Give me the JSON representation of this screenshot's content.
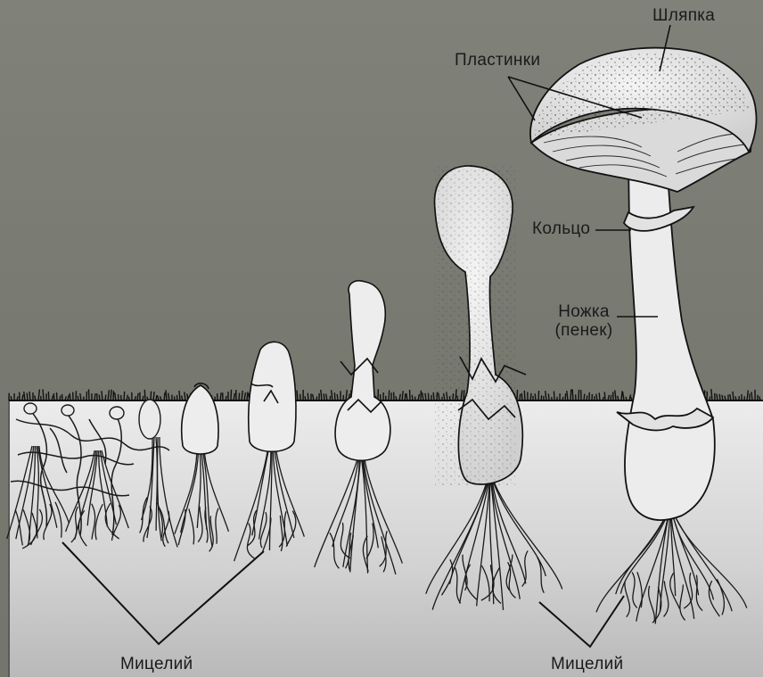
{
  "labels": {
    "cap": "Шляпка",
    "gills": "Пластинки",
    "ring": "Кольцо",
    "stem_line1": "Ножка",
    "stem_line2": "(пенек)",
    "mycelium_left": "Мицелий",
    "mycelium_right": "Мицелий"
  },
  "colors": {
    "background": "#7b7d73",
    "soil_top": "#e9e9e9",
    "soil_bottom": "#bdbdbd",
    "grass": "#111111",
    "outline": "#121212",
    "fungus_fill": "#ededed",
    "label_text": "#1a1a1a",
    "label_text_on_background": "#e6e6e0"
  }
}
